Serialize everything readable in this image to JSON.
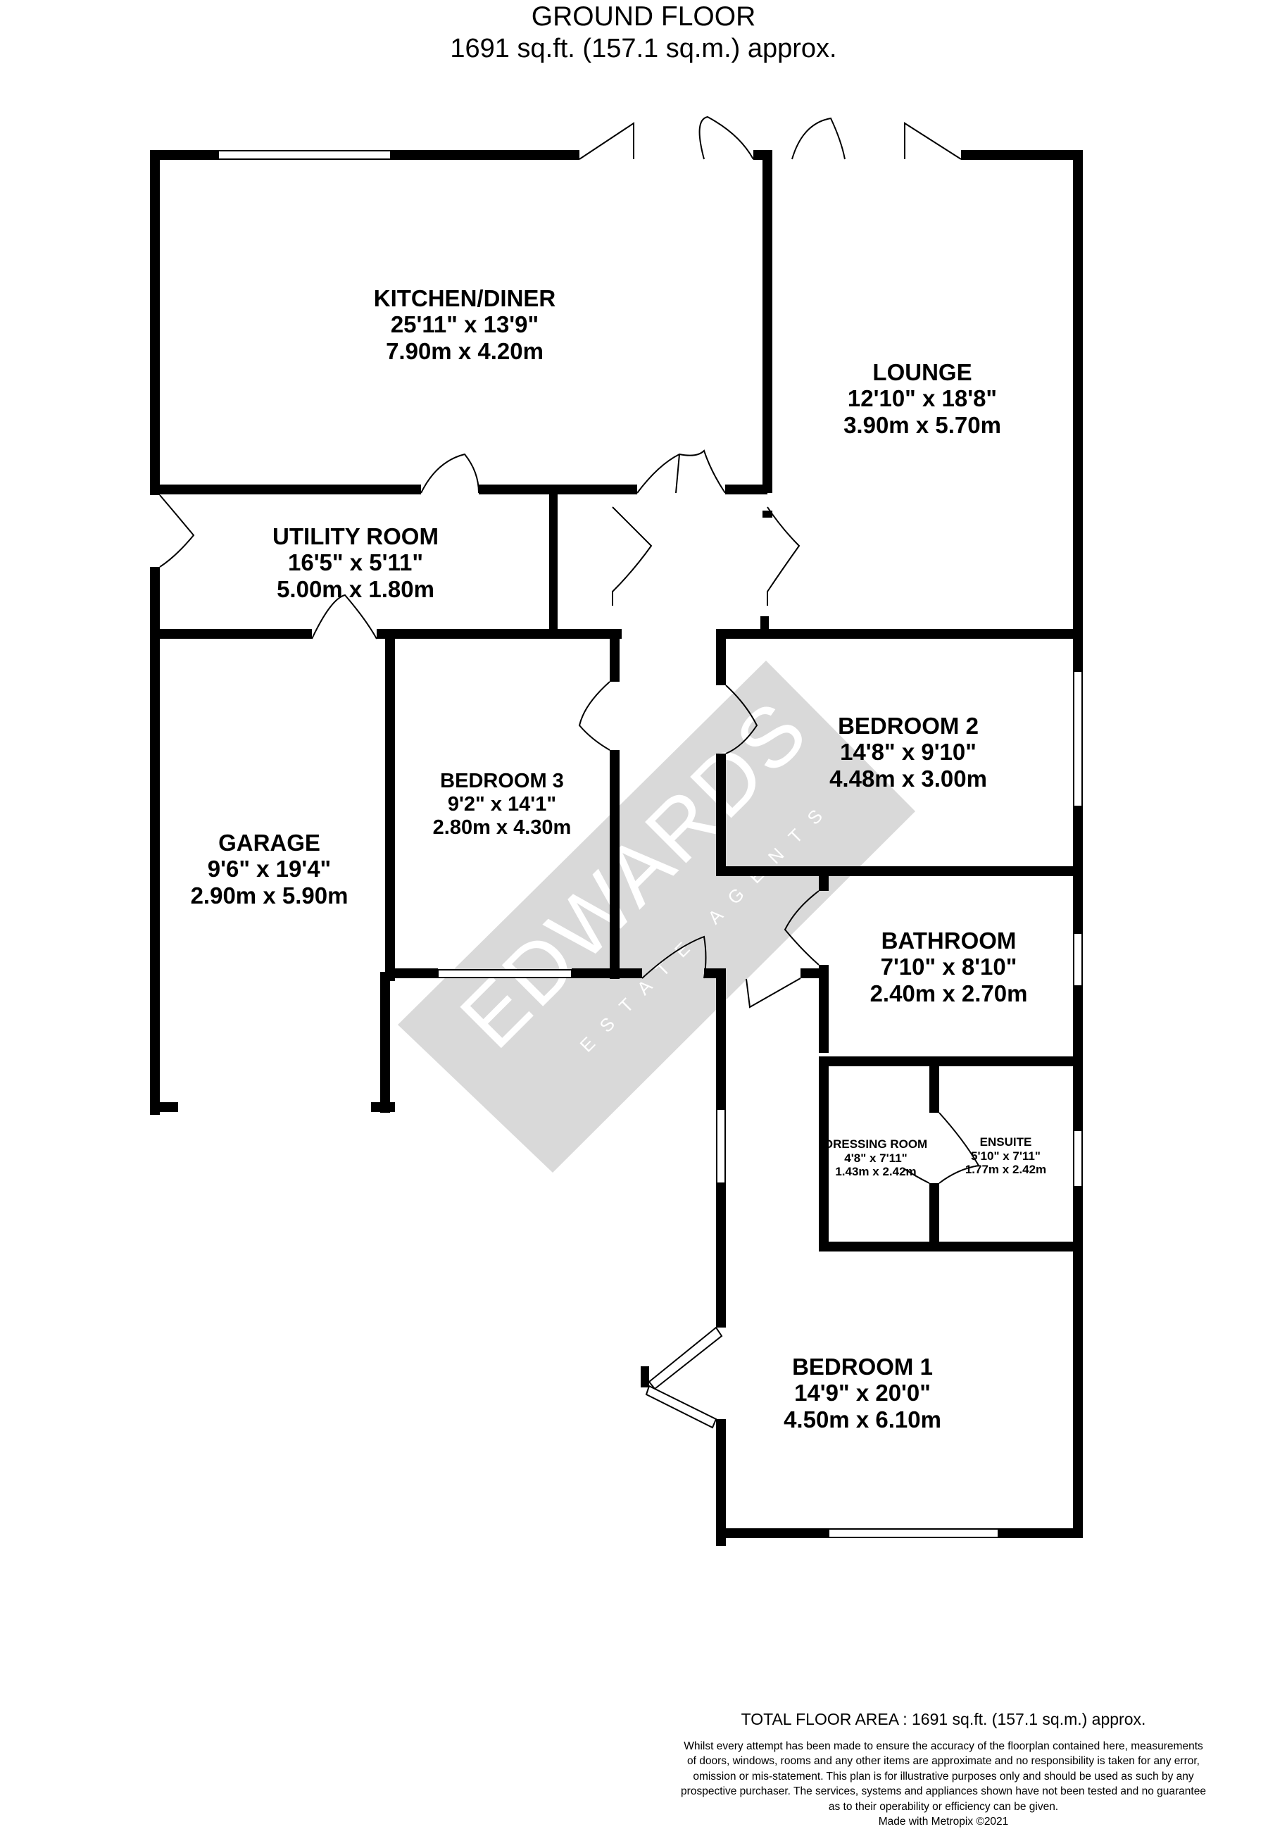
{
  "header": {
    "floor_title": "GROUND FLOOR",
    "floor_area": "1691 sq.ft. (157.1 sq.m.) approx."
  },
  "rooms": {
    "kitchen": {
      "name": "KITCHEN/DINER",
      "imperial": "25'11\"  x 13'9\"",
      "metric": "7.90m  x 4.20m"
    },
    "lounge": {
      "name": "LOUNGE",
      "imperial": "12'10\"  x 18'8\"",
      "metric": "3.90m  x 5.70m"
    },
    "utility": {
      "name": "UTILITY ROOM",
      "imperial": "16'5\"  x 5'11\"",
      "metric": "5.00m  x 1.80m"
    },
    "bedroom2": {
      "name": "BEDROOM 2",
      "imperial": "14'8\"  x 9'10\"",
      "metric": "4.48m  x 3.00m"
    },
    "bedroom3": {
      "name": "BEDROOM 3",
      "imperial": "9'2\"  x 14'1\"",
      "metric": "2.80m  x 4.30m"
    },
    "garage": {
      "name": "GARAGE",
      "imperial": "9'6\"  x 19'4\"",
      "metric": "2.90m  x 5.90m"
    },
    "bathroom": {
      "name": "BATHROOM",
      "imperial": "7'10\"  x 8'10\"",
      "metric": "2.40m  x 2.70m"
    },
    "dressing": {
      "name": "DRESSING ROOM",
      "imperial": "4'8\"  x 7'11\"",
      "metric": "1.43m  x 2.42m"
    },
    "ensuite": {
      "name": "ENSUITE",
      "imperial": "5'10\"  x 7'11\"",
      "metric": "1.77m  x 2.42m"
    },
    "bedroom1": {
      "name": "BEDROOM 1",
      "imperial": "14'9\"  x 20'0\"",
      "metric": "4.50m  x 6.10m"
    }
  },
  "watermark": {
    "brand": "EDWARDS",
    "tagline": "ESTATE AGENTS",
    "color": "#d9d9d9"
  },
  "footer": {
    "total_area": "TOTAL FLOOR AREA : 1691 sq.ft. (157.1 sq.m.) approx.",
    "disclaimer_lines": [
      "Whilst every attempt has been made to ensure the accuracy of the floorplan contained here, measurements",
      "of doors, windows, rooms and any other items are approximate and no responsibility is taken for any error,",
      "omission or mis-statement. This plan is for illustrative purposes only and should be used as such by any",
      "prospective purchaser. The services, systems and appliances shown have not been tested and no guarantee",
      "as to their operability or efficiency can be given."
    ],
    "made_with": "Made with Metropix ©2021"
  },
  "colors": {
    "wall": "#000000",
    "background": "#ffffff"
  }
}
